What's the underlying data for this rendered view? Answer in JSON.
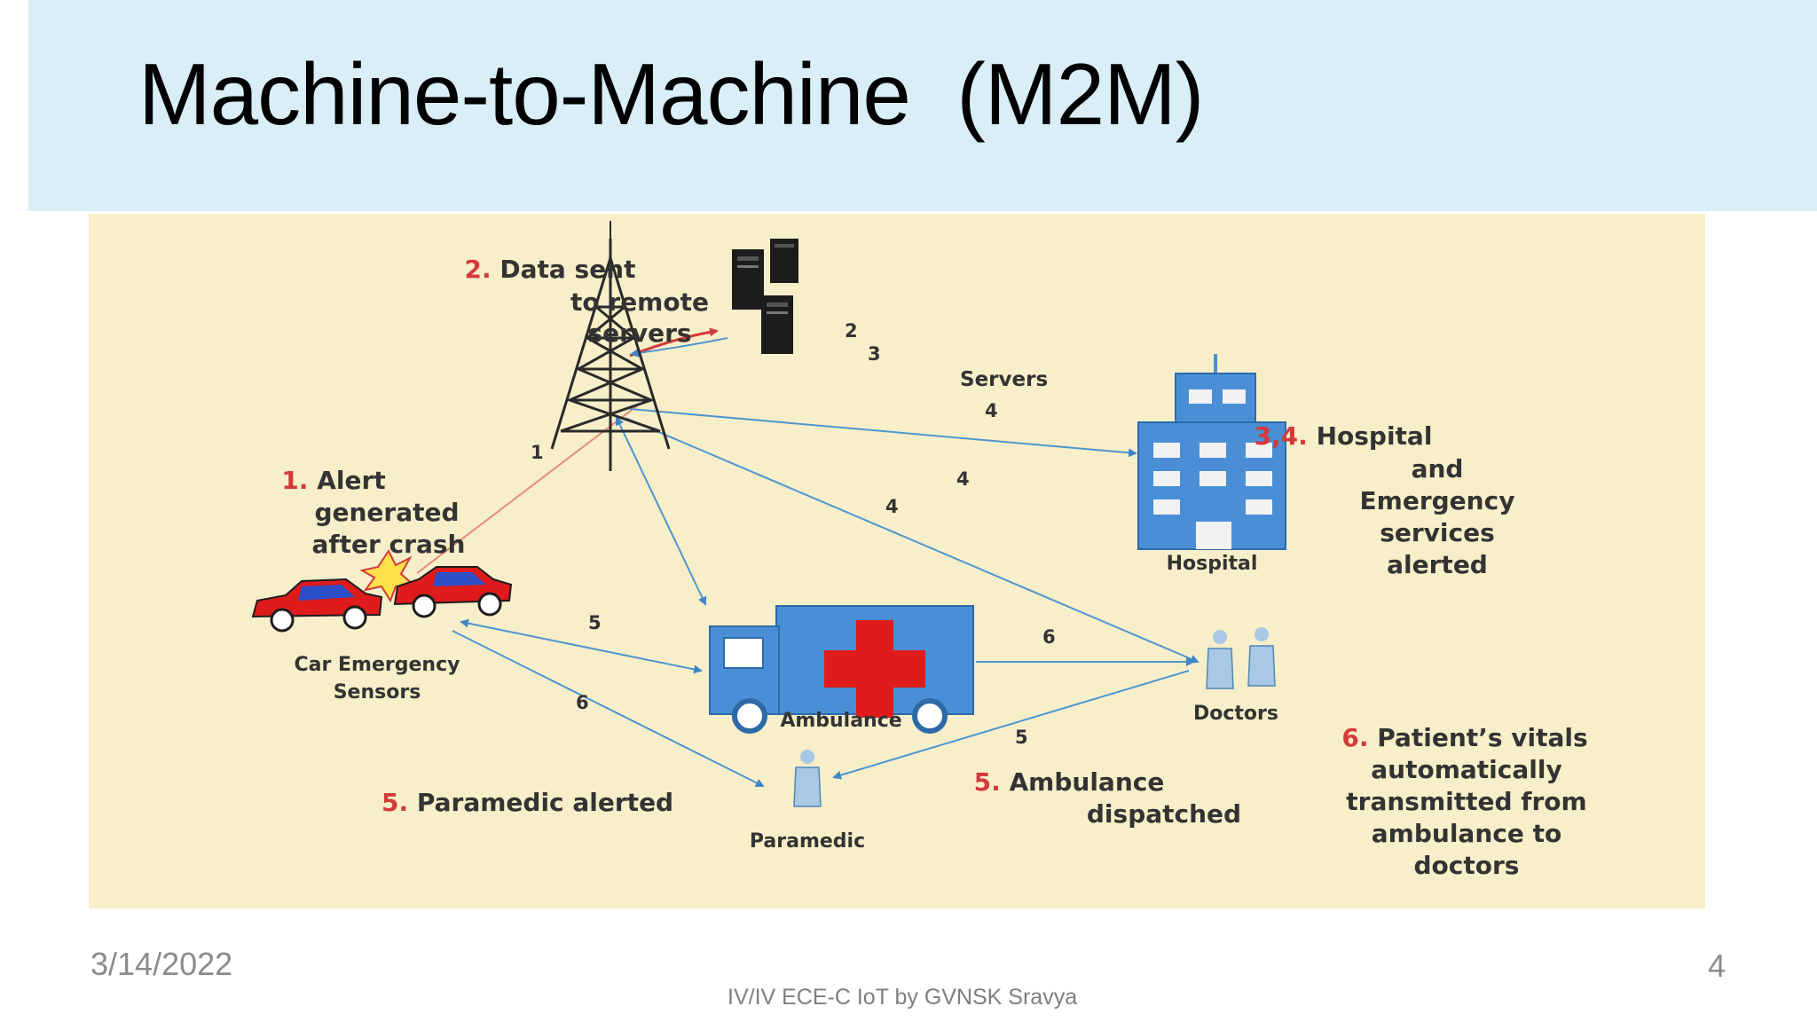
{
  "slide": {
    "title": "Machine-to-Machine  (M2M)",
    "date": "3/14/2022",
    "footer": "IV/IV ECE-C IoT by GVNSK Sravya",
    "page_number": "4"
  },
  "diagram": {
    "nodes": {
      "servers": "Servers",
      "hospital": "Hospital",
      "car": [
        "Car Emergency",
        "Sensors"
      ],
      "ambulance": "Ambulance",
      "doctors": "Doctors",
      "paramedic": "Paramedic"
    },
    "steps": {
      "s2_num": "2.",
      "s2_lines": [
        "Data sent",
        "to remote",
        "servers"
      ],
      "s1_num": "1.",
      "s1_lines": [
        "Alert",
        "generated",
        "after crash"
      ],
      "s34_num": "3,4.",
      "s34_lines": [
        "Hospital",
        "and",
        "Emergency",
        "services",
        "alerted"
      ],
      "s5a_num": "5.",
      "s5a_text": "Paramedic alerted",
      "s5b_num": "5.",
      "s5b_lines": [
        "Ambulance",
        "dispatched"
      ],
      "s6_num": "6.",
      "s6_lines": [
        "Patient’s vitals",
        "automatically",
        "transmitted from",
        "ambulance to",
        "doctors"
      ]
    },
    "arrow_numbers": {
      "tower_server_2": "2",
      "tower_server_3": "3",
      "servers_4": "4",
      "car_tower_1": "1",
      "tower_doctors_4": "4",
      "tower_ambulance_4": "4",
      "car_ambulance_5": "5",
      "ambulance_doctors_6": "6",
      "car_paramedic_6": "6",
      "paramedic_doctors_5": "5"
    },
    "colors": {
      "background": "#f7efc9",
      "accent_red": "#d43a3a",
      "link_blue": "#4f96cf",
      "building_blue": "#4a8fd6"
    }
  }
}
